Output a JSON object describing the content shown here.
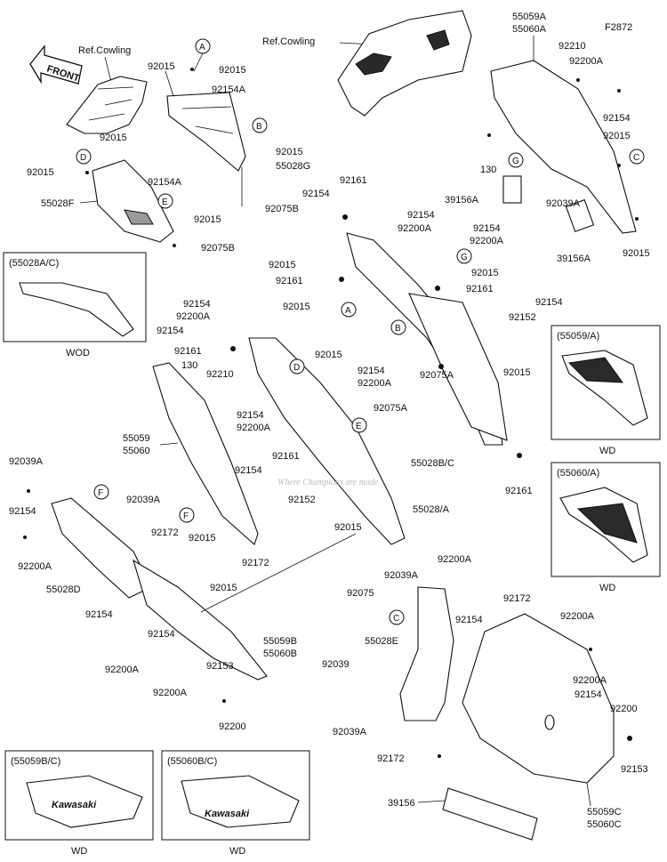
{
  "figure_code": "F2872",
  "front_label": "FRONT",
  "ref_cowling_left": "Ref.Cowling",
  "ref_cowling_top": "Ref.Cowling",
  "watermark": {
    "line1": "Where Champions are made"
  },
  "markers": {
    "A": "A",
    "B": "B",
    "C": "C",
    "D": "D",
    "E": "E",
    "F": "F",
    "G": "G"
  },
  "labels": {
    "l92015_a": "92015",
    "l92015_b": "92015",
    "l92154a_a": "92154A",
    "l92015_c": "92015",
    "l92015_d": "92015",
    "l55028g": "55028G",
    "l92015_e": "92015",
    "l92154a_b": "92154A",
    "l55028f": "55028F",
    "l92015_f": "92015",
    "l92075b_a": "92075B",
    "l92075b_b": "92075B",
    "l55059a": "55059A",
    "l55060a": "55060A",
    "l92210_a": "92210",
    "l92200a_a": "92200A",
    "l92154_a": "92154",
    "l92015_g": "92015",
    "l130_a": "130",
    "l39156a_a": "39156A",
    "l92039a_a": "92039A",
    "l39156a_b": "39156A",
    "l92015_h": "92015",
    "l92161_a": "92161",
    "l92154_b": "92154",
    "l92154_c": "92154",
    "l92200a_b": "92200A",
    "l92154_d": "92154",
    "l92200a_c": "92200A",
    "l92015_i": "92015",
    "l92015_j": "92015",
    "l92161_b": "92161",
    "l92161_c": "92161",
    "l92154_e": "92154",
    "l92152_a": "92152",
    "l92154_f": "92154",
    "l92200a_d": "92200A",
    "l92015_k": "92015",
    "l92154_g": "92154",
    "l92161_d": "92161",
    "l92015_l": "92015",
    "l130_b": "130",
    "l92210_b": "92210",
    "l92154_h": "92154",
    "l92200a_e": "92200A",
    "l92154_i": "92154",
    "l92200a_f": "92200A",
    "l92075a_a": "92075A",
    "l92075a_b": "92075A",
    "l92015_m": "92015",
    "l55059": "55059",
    "l55060": "55060",
    "l92154_j": "92154",
    "l92161_e": "92161",
    "l92152_b": "92152",
    "l55028bc": "55028B/C",
    "l92161_f": "92161",
    "l92039a_b": "92039A",
    "l55028a": "55028/A",
    "l92039a_c": "92039A",
    "l92154_k": "92154",
    "l92172_a": "92172",
    "l92015_n": "92015",
    "l92200a_g": "92200A",
    "l92172_b": "92172",
    "l92015_o": "92015",
    "l55028d": "55028D",
    "l92015_p": "92015",
    "l92075": "92075",
    "l92039a_d": "92039A",
    "l92200a_h": "92200A",
    "l92154_l": "92154",
    "l92154_m": "92154",
    "l92172_c": "92172",
    "l55059b": "55059B",
    "l55060b": "55060B",
    "l92200a_i": "92200A",
    "l92200a_j": "92200A",
    "l92153_a": "92153",
    "l92200a_k": "92200A",
    "l92200_a": "92200",
    "l55028e": "55028E",
    "l92039": "92039",
    "l92200a_l": "92200A",
    "l92154_n": "92154",
    "l92039a_e": "92039A",
    "l92172_d": "92172",
    "l92200_b": "92200",
    "l92153_b": "92153",
    "l39156": "39156",
    "l55059c": "55059C",
    "l55060c": "55060C"
  },
  "insets": {
    "i1": {
      "title": "(55028A/C)",
      "note": "WOD"
    },
    "i2": {
      "title": "(55059/A)",
      "note": "WD"
    },
    "i3": {
      "title": "(55060/A)",
      "note": "WD"
    },
    "i4": {
      "title": "(55059B/C)",
      "note": "WD",
      "logo": "Kawasaki"
    },
    "i5": {
      "title": "(55060B/C)",
      "note": "WD",
      "logo": "Kawasaki"
    }
  }
}
